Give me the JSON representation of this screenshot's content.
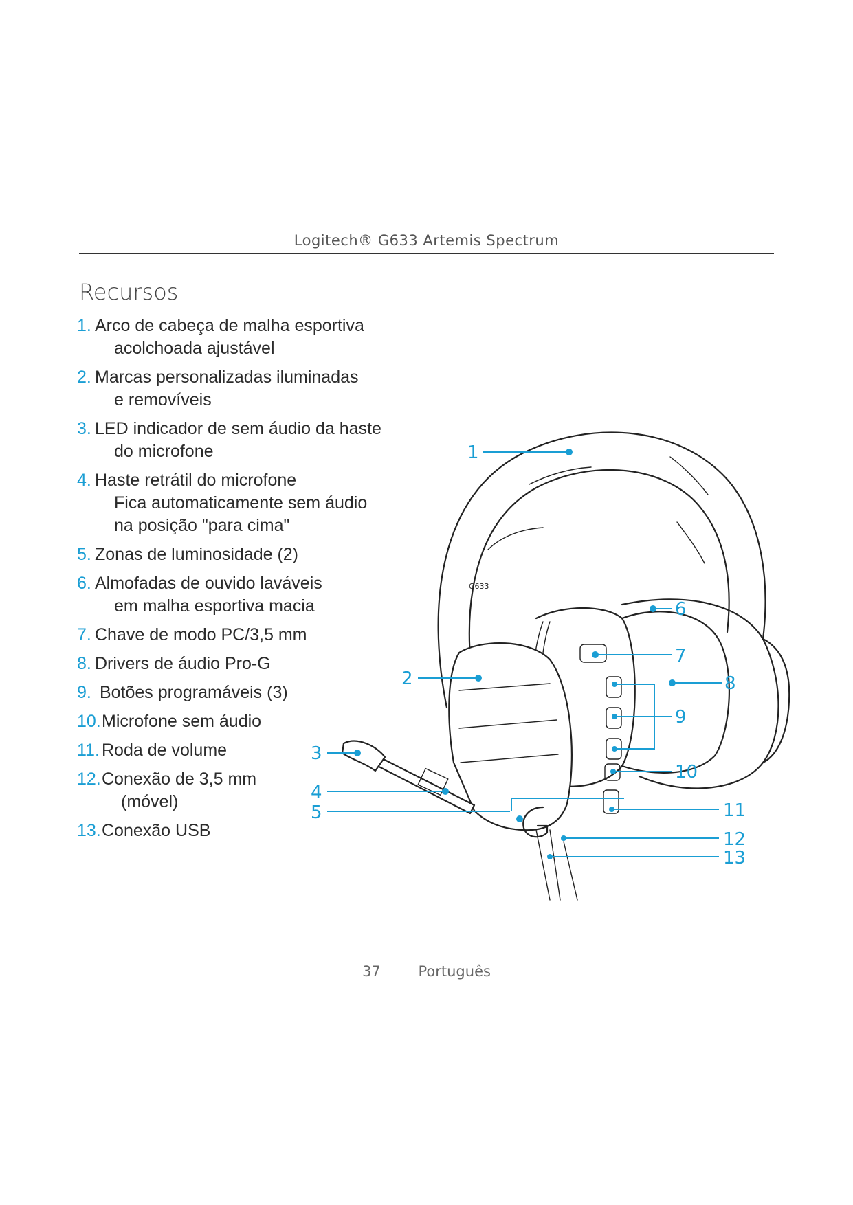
{
  "header": {
    "title": "Logitech® G633 Artemis Spectrum"
  },
  "section": {
    "title": "Recursos"
  },
  "features": [
    {
      "num": "1.",
      "lines": [
        "Arco de cabeça de malha esportiva",
        "acolchoada ajustável"
      ]
    },
    {
      "num": "2.",
      "lines": [
        "Marcas personalizadas iluminadas",
        "e removíveis"
      ]
    },
    {
      "num": "3.",
      "lines": [
        "LED indicador de sem áudio da haste",
        "do microfone"
      ]
    },
    {
      "num": "4.",
      "lines": [
        "Haste retrátil do microfone",
        "Fica automaticamente sem áudio",
        "na posição \"para cima\""
      ]
    },
    {
      "num": "5.",
      "lines": [
        "Zonas de luminosidade (2)"
      ]
    },
    {
      "num": "6.",
      "lines": [
        "Almofadas de ouvido laváveis",
        "em malha esportiva macia"
      ]
    },
    {
      "num": "7.",
      "lines": [
        "Chave de modo PC/3,5 mm"
      ]
    },
    {
      "num": "8.",
      "lines": [
        "Drivers de áudio Pro-G"
      ]
    },
    {
      "num": "9.",
      "lines": [
        " Botões programáveis (3)"
      ]
    },
    {
      "num": "10.",
      "lines": [
        "Microfone sem áudio"
      ]
    },
    {
      "num": "11.",
      "lines": [
        "Roda de volume"
      ]
    },
    {
      "num": "12.",
      "lines": [
        "Conexão de 3,5 mm",
        "(móvel)"
      ]
    },
    {
      "num": "13.",
      "lines": [
        "Conexão USB"
      ]
    }
  ],
  "diagram": {
    "brand_mark": "G633",
    "callouts": [
      "1",
      "2",
      "3",
      "4",
      "5",
      "6",
      "7",
      "8",
      "9",
      "10",
      "11",
      "12",
      "13"
    ]
  },
  "footer": {
    "page_number": "37",
    "language": "Português"
  },
  "colors": {
    "accent": "#1a9ed4",
    "ink": "#222222",
    "rule": "#333333"
  }
}
